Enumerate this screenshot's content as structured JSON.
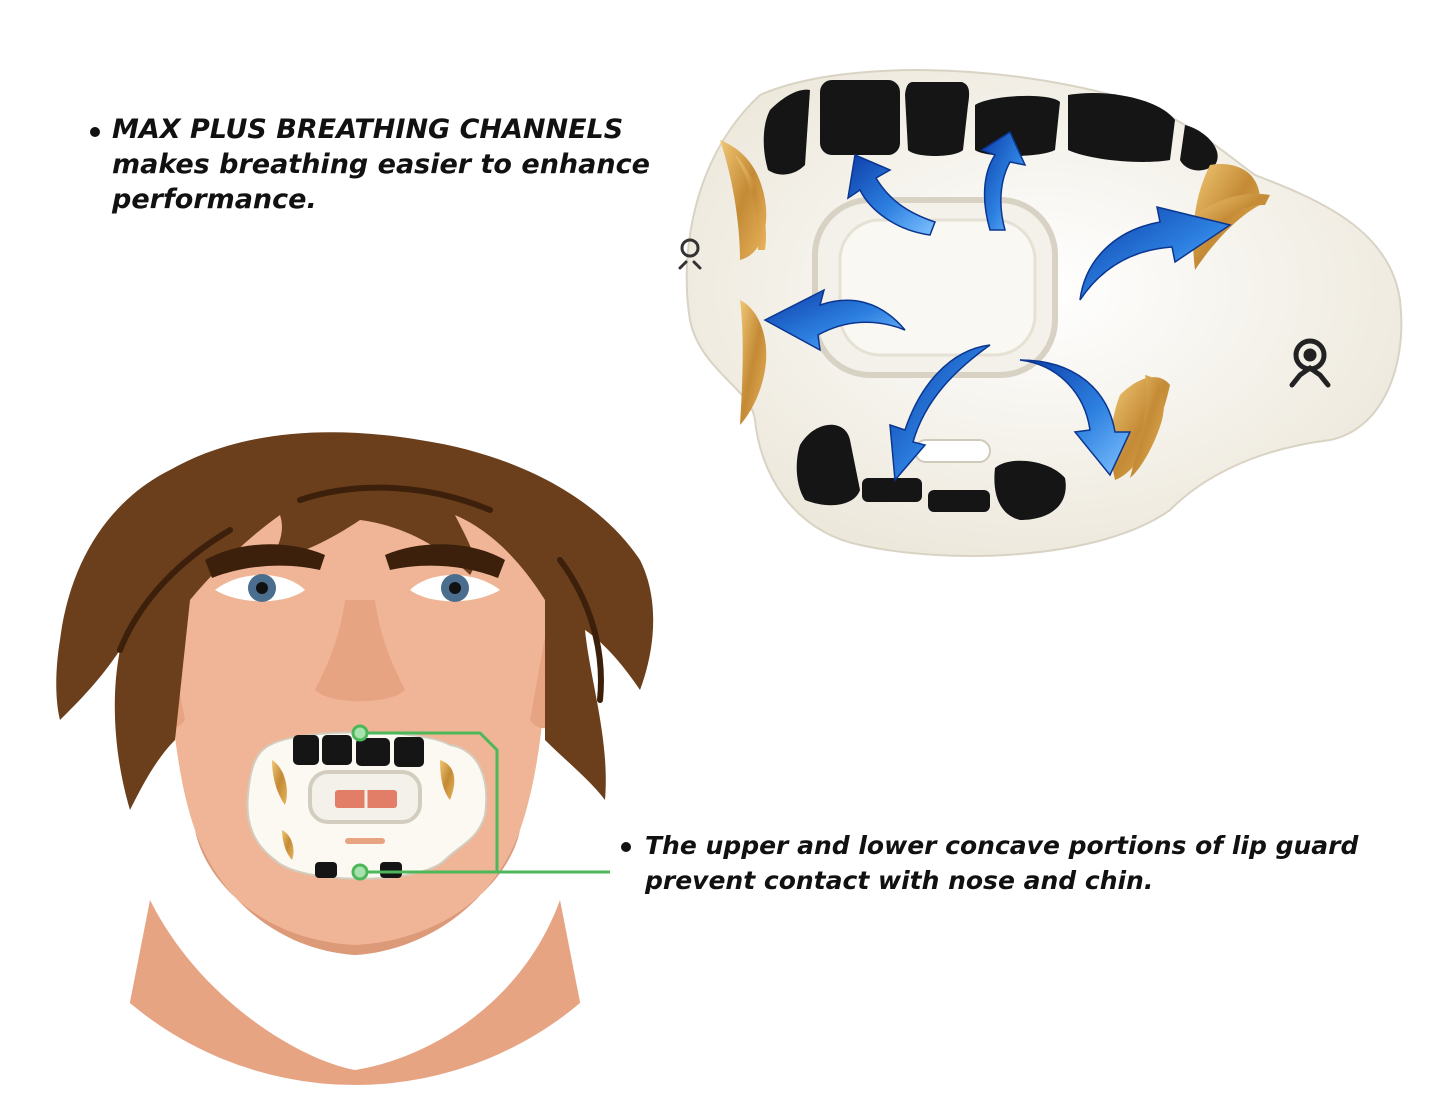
{
  "feature_1": {
    "heading": "MAX PLUS BREATHING CHANNELS",
    "line_2": "makes breathing easier to enhance",
    "line_3": "performance."
  },
  "feature_2": {
    "line_1": "The upper and lower concave portions of lip guard",
    "line_2": "prevent contact with nose and chin."
  },
  "colors": {
    "skin": "#efb596",
    "skin_shadow": "#dc9a79",
    "hair": "#6b3f1c",
    "hair_dark": "#3c200b",
    "gold": "#d4a24c",
    "arrow_blue": "#2c76d8",
    "callout_green": "#4cb85a",
    "guard_white": "#fbf9f2",
    "black_pad": "#151515"
  },
  "icons": [
    "bullet-icon",
    "brand-logo-icon",
    "airflow-arrow-icon"
  ]
}
